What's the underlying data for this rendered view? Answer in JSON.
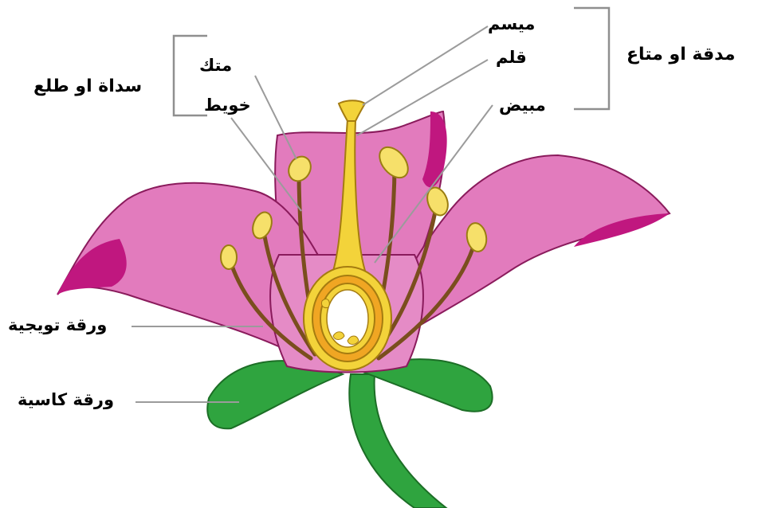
{
  "labels": {
    "stigma": "ميسم",
    "style": "قلم",
    "ovary": "مبيض",
    "pistil": "مدقة او متاع",
    "anther": "متك",
    "filament": "خويط",
    "stamen": "سداة او طلع",
    "petal": "ورقة تويجية",
    "sepal": "ورقة كاسية"
  },
  "colors": {
    "petal": "#e27bbd",
    "petal_dark": "#c0177f",
    "sepal": "#2fa43f",
    "stem": "#2fa43f",
    "anther": "#f6e06a",
    "pistil": "#f3d33a",
    "ovary_ring": "#f0a623",
    "leader": "#9b9b9b",
    "bracket": "#8f8f8f"
  }
}
